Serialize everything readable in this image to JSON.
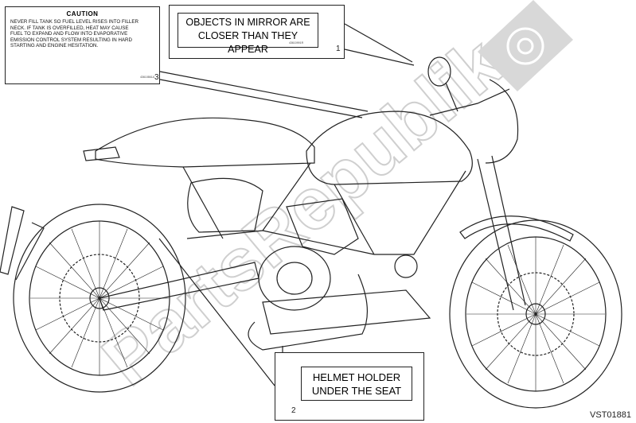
{
  "labels": {
    "caution": {
      "title": "CAUTION",
      "lines": [
        "NEVER FILL TANK SO FUEL LEVEL RISES INTO FILLER",
        "NECK. IF TANK IS OVERFILLED, HEAT MAY CAUSE",
        "FUEL TO EXPAND AND FLOW INTO EVAPORATIVE",
        "EMISSION CONTROL SYSTEM RESULTING IN HARD",
        "STARTING AND ENGINE HESITATION."
      ],
      "code": "43610861A"
    },
    "mirror": {
      "line1": "OBJECTS IN MIRROR ARE",
      "line2": "CLOSER THAN THEY APPEAR",
      "code": "43610991R"
    },
    "helmet": {
      "line1": "HELMET HOLDER",
      "line2": "UNDER THE SEAT"
    }
  },
  "callouts": {
    "mirror": "1",
    "helmet": "2",
    "caution": "3"
  },
  "reference": "VST01881",
  "watermark": "PartsRepublik"
}
